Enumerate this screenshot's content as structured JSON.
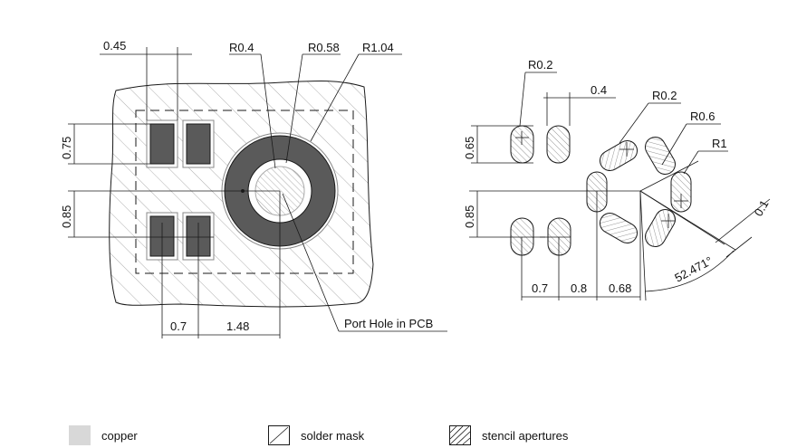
{
  "left_footprint": {
    "dim_width_top": "0.45",
    "dim_height_upper": "0.75",
    "dim_height_lower": "0.85",
    "dim_bottom_left": "0.7",
    "dim_bottom_right": "1.48",
    "radius_inner": "R0.4",
    "radius_mid": "R0.58",
    "radius_outer": "R1.04",
    "port_hole_label": "Port Hole in PCB"
  },
  "right_stencil": {
    "radius_top_left": "R0.2",
    "dim_top_width": "0.4",
    "radius_ring_pad": "R0.2",
    "radius_ring": "R0.6",
    "radius_outer": "R1",
    "dim_left_upper": "0.65",
    "dim_left_lower": "0.85",
    "dim_bottom_1": "0.7",
    "dim_bottom_2": "0.8",
    "dim_bottom_3": "0.68",
    "dim_gap": "0.1",
    "angle_label": "52.471°"
  },
  "legend": {
    "copper": "copper",
    "solder_mask": "solder mask",
    "stencil_apertures": "stencil apertures"
  },
  "colors": {
    "copper_fill": "#d8d8d8",
    "pad_dark": "#5a5a5a",
    "line": "#1a1a1a",
    "hatch": "#9a9a9a"
  }
}
